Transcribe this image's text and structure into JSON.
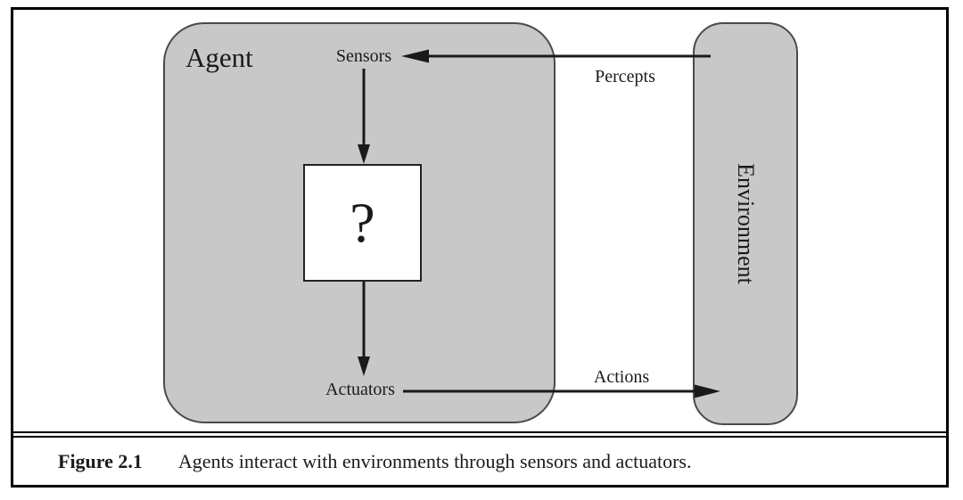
{
  "figure": {
    "diagram": {
      "agent_label": "Agent",
      "environment_label": "Environment",
      "sensors_label": "Sensors",
      "actuators_label": "Actuators",
      "percepts_label": "Percepts",
      "actions_label": "Actions",
      "agent_program_symbol": "?"
    },
    "caption": {
      "number": "Figure 2.1",
      "text": "Agents interact with environments through sensors and actuators."
    },
    "arrows": [
      {
        "name": "percepts-arrow",
        "from": "environment",
        "to": "sensors",
        "direction": "left"
      },
      {
        "name": "sensors-to-program-arrow",
        "from": "sensors",
        "to": "agent-program",
        "direction": "down"
      },
      {
        "name": "program-to-actuators-arrow",
        "from": "agent-program",
        "to": "actuators",
        "direction": "down"
      },
      {
        "name": "actions-arrow",
        "from": "actuators",
        "to": "environment",
        "direction": "right"
      }
    ],
    "colors": {
      "box_fill": "#c8c8c8",
      "box_border": "#4a4a4a",
      "arrow": "#1a1a1a",
      "frame_border": "#000000",
      "program_box_fill": "#ffffff"
    }
  }
}
